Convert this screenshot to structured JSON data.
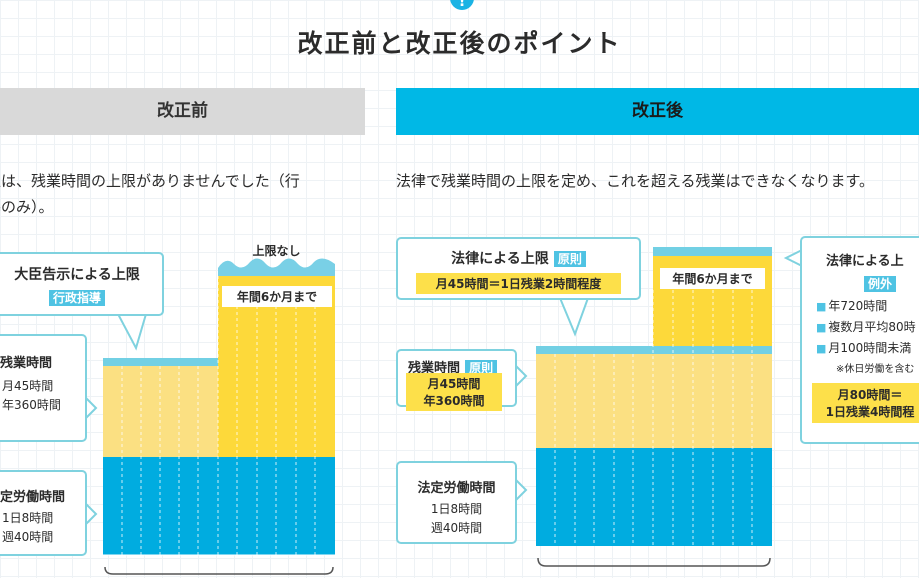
{
  "title": "改正前と改正後のポイント",
  "before": {
    "header": "改正前",
    "description": "上は、残業時間の上限がありませんでした（行導のみ）。",
    "description_line1": "上は、残業時間の上限がありませんでした（行",
    "description_line2": "導のみ）。",
    "callout_notice": {
      "title": "大臣告示による上限",
      "tag": "行政指導"
    },
    "no_limit": "上限なし",
    "six_months": "年間6か月まで",
    "overtime": {
      "title": "残業時間",
      "line1": "月45時間",
      "line2": "年360時間"
    },
    "legal": {
      "title": "定労働時間",
      "line1": "1日8時間",
      "line2": "週40時間"
    }
  },
  "after": {
    "header": "改正後",
    "description": "法律で残業時間の上限を定め、これを超える残業はできなくなります。",
    "callout_law": {
      "title": "法律による上限",
      "tag": "原則",
      "box": "月45時間＝1日残業2時間程度"
    },
    "six_months": "年間6か月まで",
    "overtime": {
      "title": "残業時間",
      "tag": "原則",
      "line1": "月45時間",
      "line2": "年360時間"
    },
    "legal": {
      "title": "法定労働時間",
      "line1": "1日8時間",
      "line2": "週40時間"
    },
    "exception": {
      "title": "法律による上",
      "tag": "例外",
      "items": [
        "年720時間",
        "複数月平均80時",
        "月100時間未満"
      ],
      "note": "※休日労働を含む",
      "box_line1": "月80時間＝",
      "box_line2": "1日残業4時間程"
    }
  }
}
